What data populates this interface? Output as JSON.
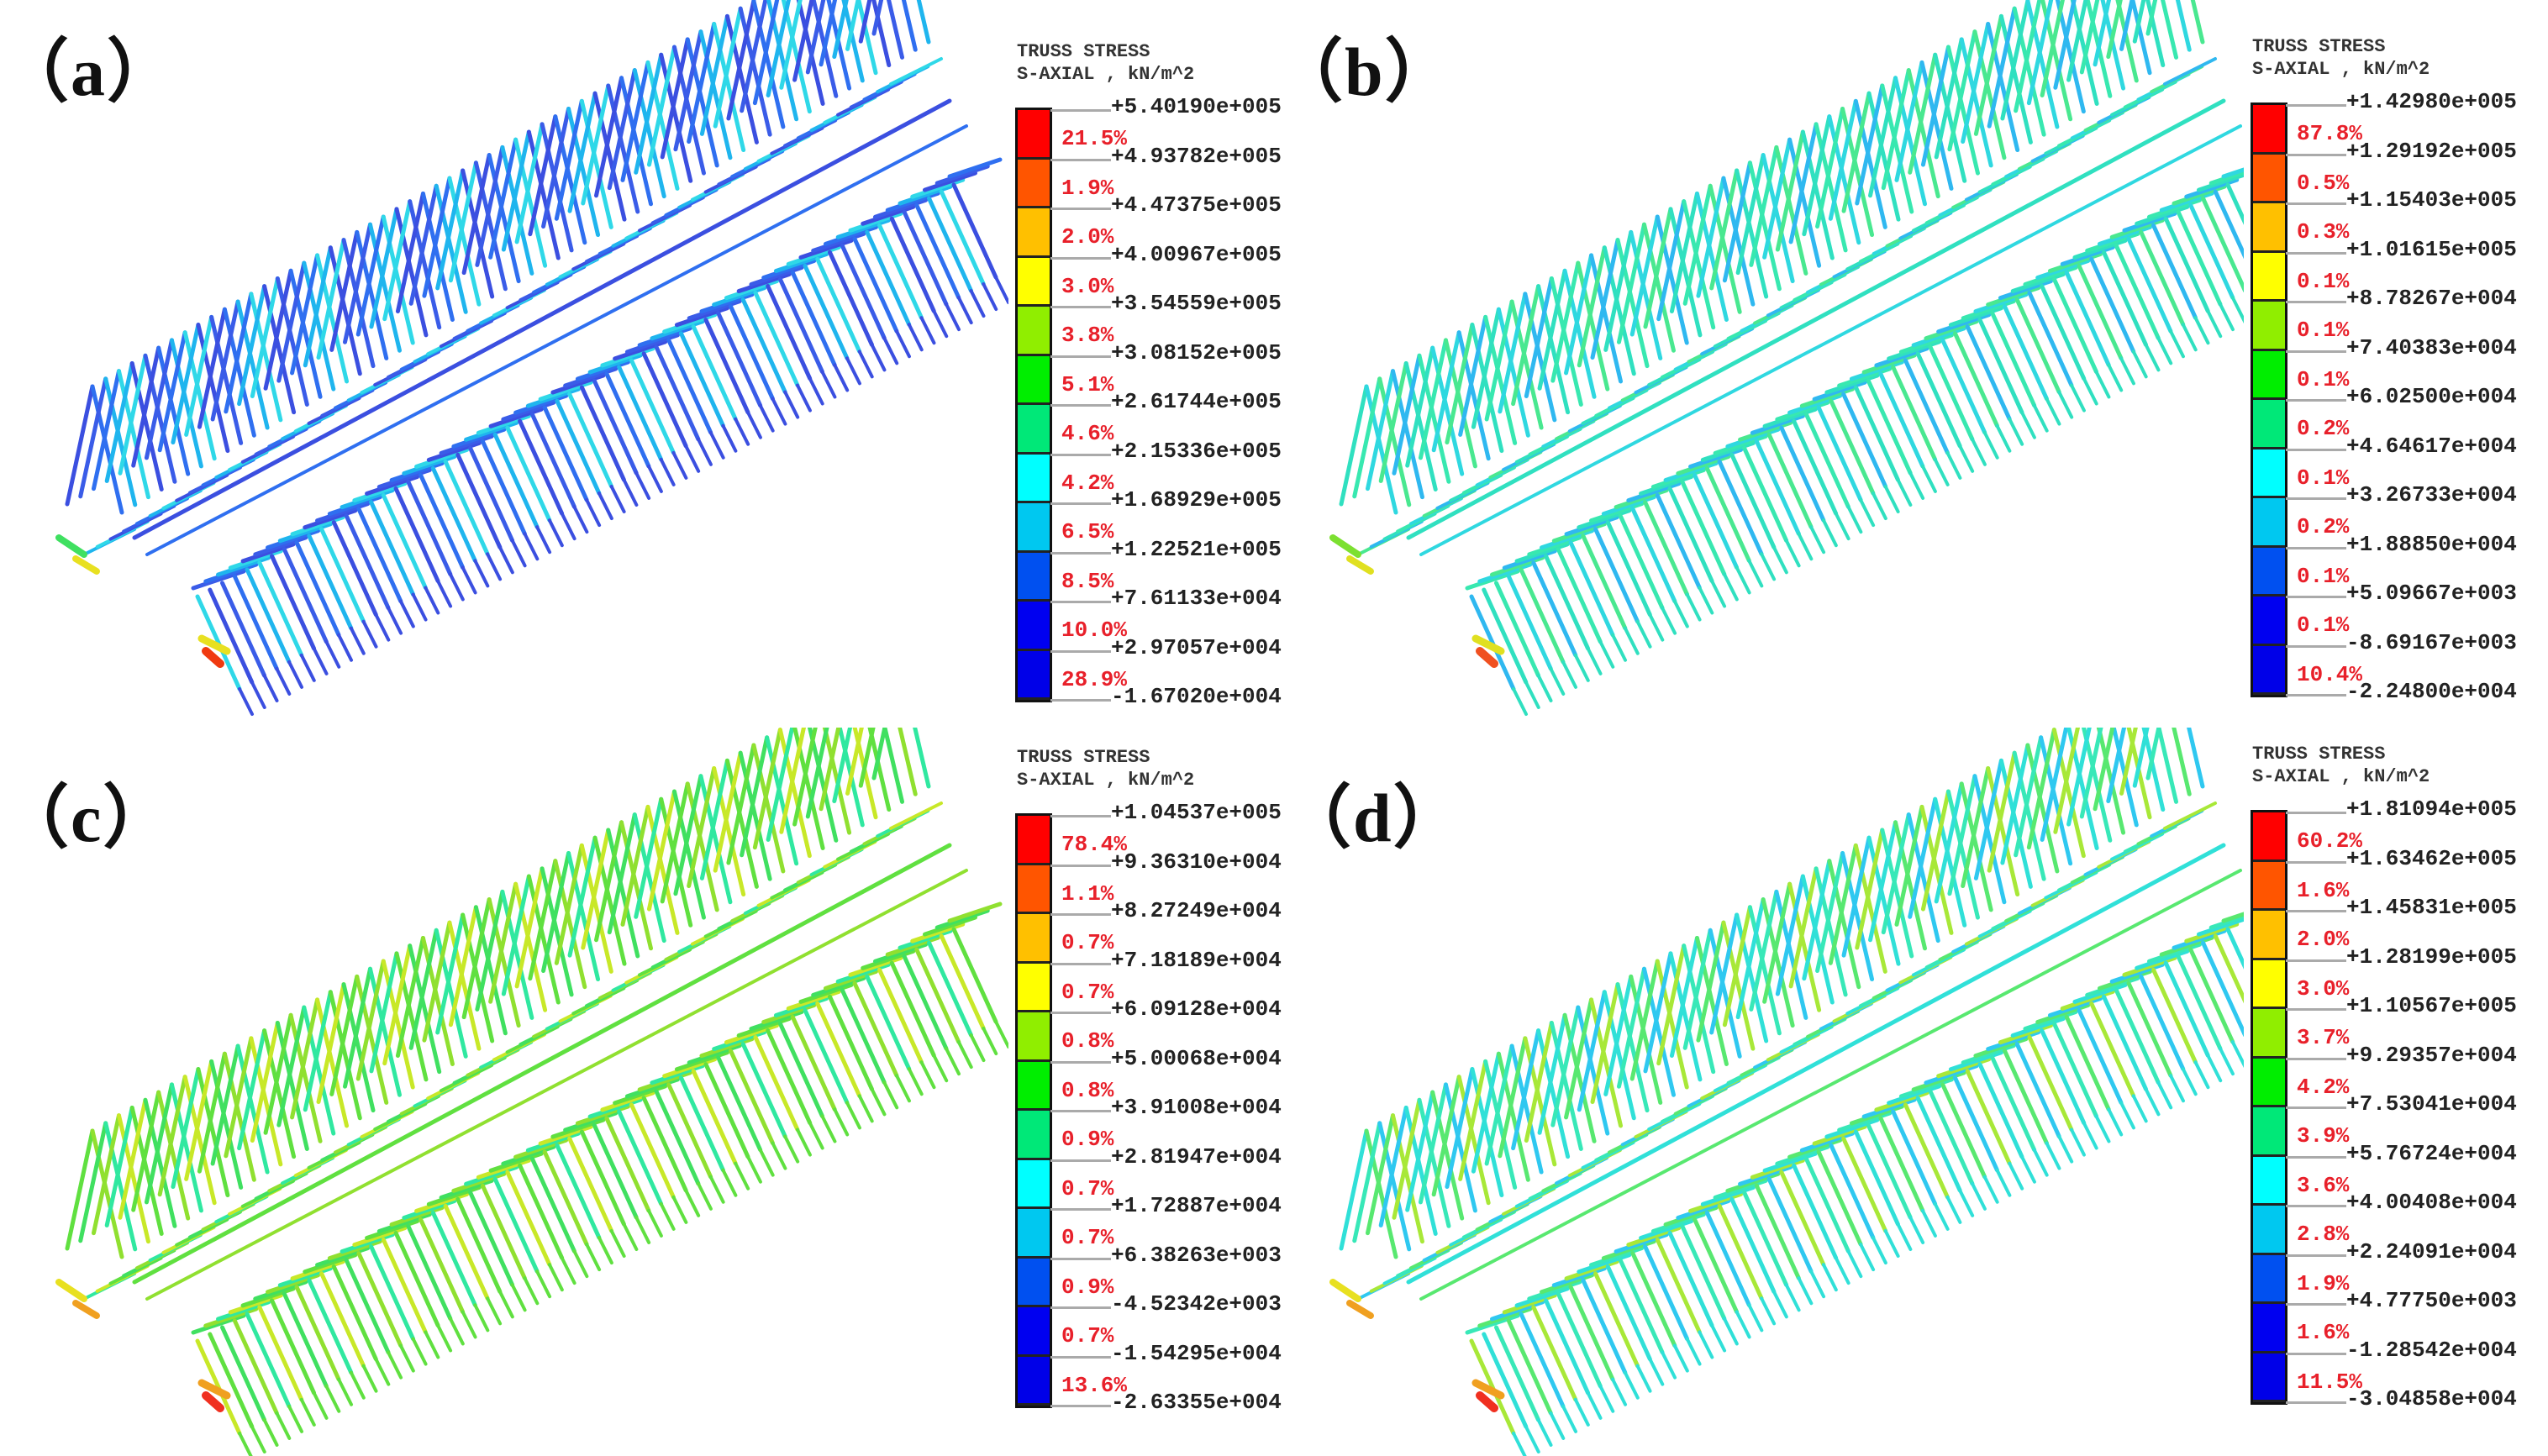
{
  "figure": {
    "panels": [
      {
        "label": "（a）",
        "legend": {
          "title_line1": "TRUSS STRESS",
          "title_line2": "S-AXIAL , kN/m^2",
          "values": [
            "+5.40190e+005",
            "+4.93782e+005",
            "+4.47375e+005",
            "+4.00967e+005",
            "+3.54559e+005",
            "+3.08152e+005",
            "+2.61744e+005",
            "+2.15336e+005",
            "+1.68929e+005",
            "+1.22521e+005",
            "+7.61133e+004",
            "+2.97057e+004",
            "-1.67020e+004"
          ],
          "percents": [
            "21.5%",
            "1.9%",
            "2.0%",
            "3.0%",
            "3.8%",
            "5.1%",
            "4.6%",
            "4.2%",
            "6.5%",
            "8.5%",
            "10.0%",
            "28.9%"
          ]
        },
        "member_palette": [
          "#3b4fe0",
          "#3a5ce8",
          "#2f6ff0",
          "#1fb5ee",
          "#2fd8e8"
        ],
        "hot_palette": [
          "#3fe060",
          "#e8e020",
          "#f03a10"
        ]
      },
      {
        "label": "（b）",
        "legend": {
          "title_line1": "TRUSS STRESS",
          "title_line2": "S-AXIAL , kN/m^2",
          "values": [
            "+1.42980e+005",
            "+1.29192e+005",
            "+1.15403e+005",
            "+1.01615e+005",
            "+8.78267e+004",
            "+7.40383e+004",
            "+6.02500e+004",
            "+4.64617e+004",
            "+3.26733e+004",
            "+1.88850e+004",
            "+5.09667e+003",
            "-8.69167e+003",
            "-2.24800e+004"
          ],
          "percents": [
            "87.8%",
            "0.5%",
            "0.3%",
            "0.1%",
            "0.1%",
            "0.1%",
            "0.2%",
            "0.1%",
            "0.2%",
            "0.1%",
            "0.1%",
            "10.4%"
          ]
        },
        "member_palette": [
          "#30e0c0",
          "#38e8b0",
          "#2fd8e0",
          "#49e890",
          "#2fb8f0"
        ],
        "hot_palette": [
          "#7ce030",
          "#e0e020",
          "#f05020"
        ]
      },
      {
        "label": "（c）",
        "legend": {
          "title_line1": "TRUSS STRESS",
          "title_line2": "S-AXIAL , kN/m^2",
          "values": [
            "+1.04537e+005",
            "+9.36310e+004",
            "+8.27249e+004",
            "+7.18189e+004",
            "+6.09128e+004",
            "+5.00068e+004",
            "+3.91008e+004",
            "+2.81947e+004",
            "+1.72887e+004",
            "+6.38263e+003",
            "-4.52342e+003",
            "-1.54295e+004",
            "-2.63355e+004"
          ],
          "percents": [
            "78.4%",
            "1.1%",
            "0.7%",
            "0.7%",
            "0.8%",
            "0.8%",
            "0.9%",
            "0.7%",
            "0.7%",
            "0.9%",
            "0.7%",
            "13.6%"
          ]
        },
        "member_palette": [
          "#60e040",
          "#40e060",
          "#90e030",
          "#30e8a0",
          "#c8e828"
        ],
        "hot_palette": [
          "#e8e020",
          "#f0a020",
          "#f03020"
        ]
      },
      {
        "label": "（d）",
        "legend": {
          "title_line1": "TRUSS STRESS",
          "title_line2": "S-AXIAL , kN/m^2",
          "values": [
            "+1.81094e+005",
            "+1.63462e+005",
            "+1.45831e+005",
            "+1.28199e+005",
            "+1.10567e+005",
            "+9.29357e+004",
            "+7.53041e+004",
            "+5.76724e+004",
            "+4.00408e+004",
            "+2.24091e+004",
            "+4.77750e+003",
            "-1.28542e+004",
            "-3.04858e+004"
          ],
          "percents": [
            "60.2%",
            "1.6%",
            "2.0%",
            "3.0%",
            "3.7%",
            "4.2%",
            "3.9%",
            "3.6%",
            "2.8%",
            "1.9%",
            "1.6%",
            "11.5%"
          ]
        },
        "member_palette": [
          "#30e0d8",
          "#38e8b8",
          "#58e870",
          "#2fc8f0",
          "#a8e838"
        ],
        "hot_palette": [
          "#e8e020",
          "#f0a020",
          "#f03020"
        ]
      }
    ],
    "colormap": [
      "#ff0000",
      "#ff5500",
      "#ffc000",
      "#ffff00",
      "#90ee00",
      "#00ee00",
      "#00e878",
      "#00ffff",
      "#00c8f0",
      "#0050f0",
      "#0000f0",
      "#0000e8"
    ]
  }
}
